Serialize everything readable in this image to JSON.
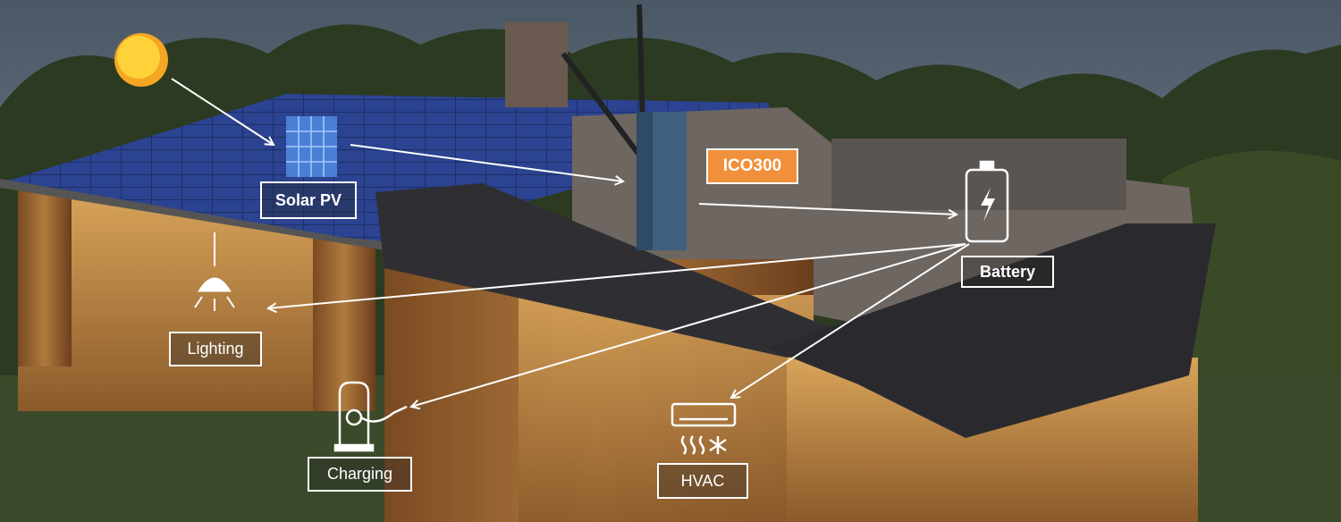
{
  "labels": {
    "solar_pv": "Solar PV",
    "device": "ICO300",
    "battery": "Battery",
    "lighting": "Lighting",
    "charging": "Charging",
    "hvac": "HVAC"
  },
  "colors": {
    "device_label_bg": "#f0903c",
    "line": "#ffffff"
  }
}
